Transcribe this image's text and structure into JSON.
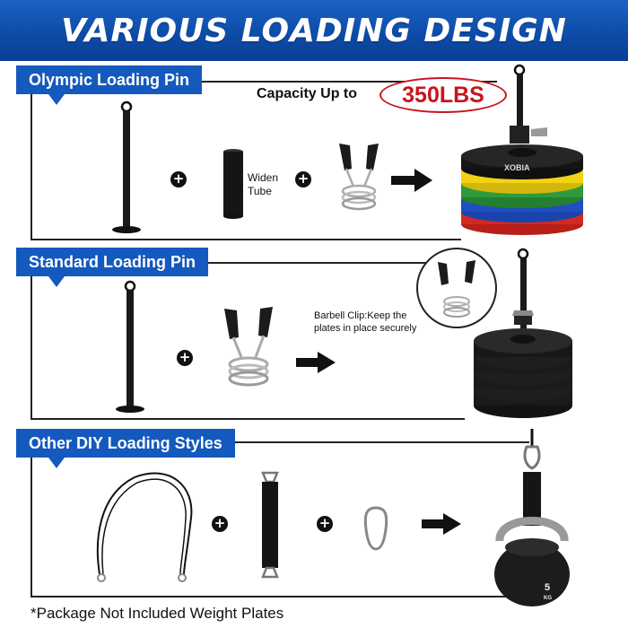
{
  "banner": {
    "title": "VARIOUS LOADING DESIGN"
  },
  "sections": {
    "olympic": {
      "label": "Olympic Loading Pin",
      "capacity_text": "Capacity Up to",
      "capacity_value": "350LBS",
      "widen_tube_label": "Widen\nTube",
      "plate_brand": "XOBIA"
    },
    "standard": {
      "label": "Standard Loading Pin",
      "clip_note": "Barbell Clip:Keep the\nplates in place securely"
    },
    "diy": {
      "label": "Other DIY Loading Styles",
      "kettlebell_weight": "5",
      "kettlebell_unit": "KG"
    }
  },
  "footer": {
    "note": "*Package Not Included Weight Plates"
  },
  "colors": {
    "banner_blue": "#0c4aa6",
    "tag_blue": "#1459bd",
    "capacity_red": "#c8141e",
    "plate_yellow": "#f2d214",
    "plate_green": "#2e9a3c",
    "plate_blue": "#1f4fc0",
    "plate_red": "#d12a22"
  },
  "icons": [
    "plus-icon",
    "arrow-right-icon",
    "loading-pin-icon",
    "spring-clip-icon",
    "widen-tube-icon",
    "cable-icon",
    "strap-icon",
    "carabiner-icon",
    "kettlebell-icon",
    "weight-plates-icon"
  ]
}
